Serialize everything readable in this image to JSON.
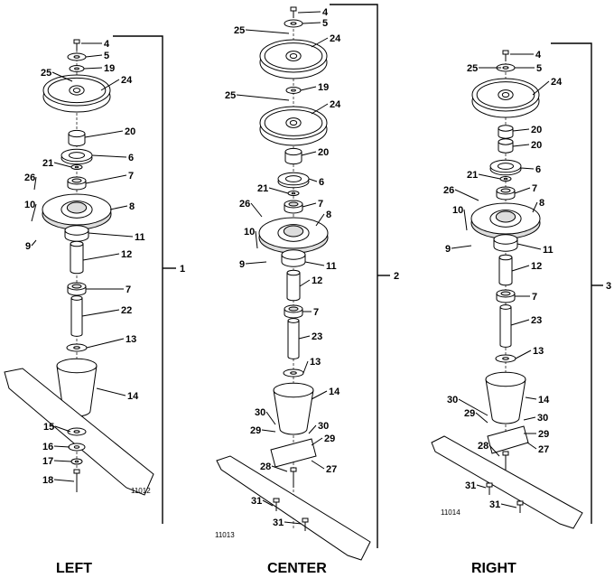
{
  "assemblies": [
    {
      "title": "LEFT",
      "assembly_number": "1",
      "figure_number": "11012",
      "callouts": [
        "4",
        "5",
        "19",
        "25",
        "24",
        "20",
        "6",
        "21",
        "7",
        "26",
        "8",
        "10",
        "9",
        "11",
        "12",
        "7",
        "22",
        "13",
        "14",
        "15",
        "16",
        "17",
        "18"
      ]
    },
    {
      "title": "CENTER",
      "assembly_number": "2",
      "figure_number": "11013",
      "callouts": [
        "4",
        "5",
        "25",
        "24",
        "19",
        "25",
        "24",
        "20",
        "6",
        "21",
        "7",
        "26",
        "8",
        "10",
        "9",
        "11",
        "12",
        "7",
        "23",
        "13",
        "14",
        "30",
        "30",
        "29",
        "29",
        "28",
        "27",
        "31",
        "31"
      ]
    },
    {
      "title": "RIGHT",
      "assembly_number": "3",
      "figure_number": "11014",
      "callouts": [
        "4",
        "25",
        "5",
        "24",
        "20",
        "20",
        "6",
        "21",
        "7",
        "26",
        "8",
        "10",
        "9",
        "11",
        "12",
        "7",
        "23",
        "13",
        "14",
        "30",
        "29",
        "30",
        "29",
        "28",
        "27",
        "31",
        "31"
      ]
    }
  ]
}
